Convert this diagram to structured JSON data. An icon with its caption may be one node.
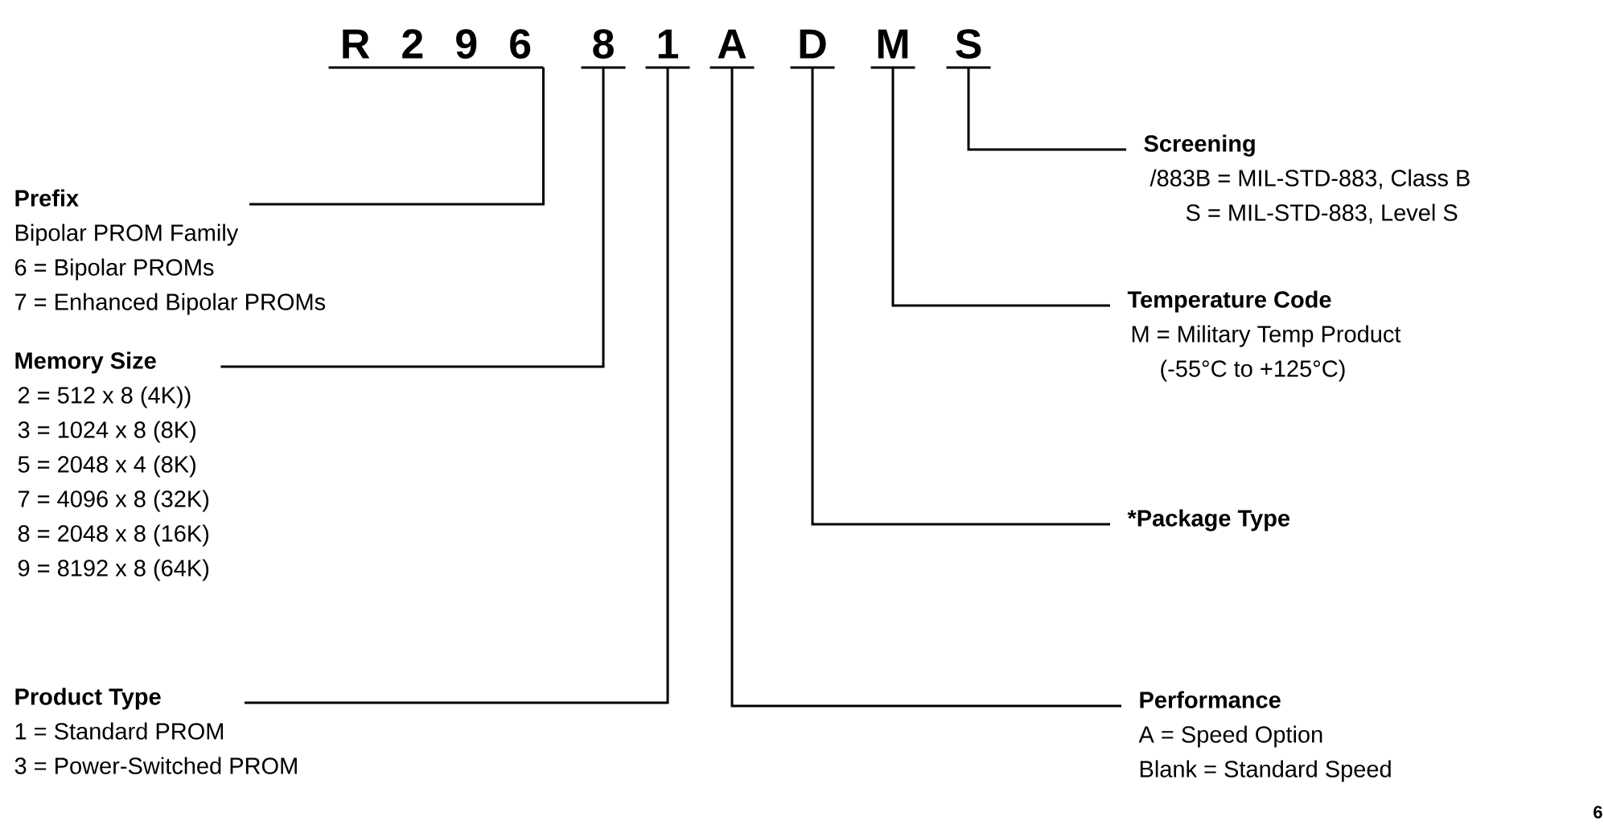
{
  "diagram": {
    "nodes": [
      {
        "text": [
          "R 2 9 6"
        ]
      },
      {
        "text": [
          "8"
        ]
      },
      {
        "text": [
          "1"
        ]
      },
      {
        "text": [
          "A"
        ]
      },
      {
        "text": [
          "D"
        ]
      },
      {
        "text": [
          "M"
        ]
      },
      {
        "text": [
          "S"
        ]
      },
      {
        "text": [
          "Prefix",
          "Bipolar PROM Family",
          "6 = Bipolar PROMs",
          "7 = Enhanced Bipolar PROMs"
        ]
      },
      {
        "text": [
          "Memory Size",
          "2 = 512 x 8 (4K))",
          "3 = 1024 x 8 (8K)",
          "5 = 2048 x 4 (8K)",
          "7 = 4096 x 8 (32K)",
          "8 = 2048 x 8 (16K)",
          "9 = 8192 x 8 (64K)"
        ]
      },
      {
        "text": [
          "Product Type",
          "1 = Standard PROM",
          "3 = Power-Switched PROM"
        ]
      },
      {
        "text": [
          "Performance",
          "A = Speed Option",
          "Blank = Standard Speed"
        ]
      },
      {
        "text": [
          "*Package Type"
        ]
      },
      {
        "text": [
          "Temperature Code",
          "M = Military Temp Product",
          "(-55°C to +125°C)"
        ]
      },
      {
        "text": [
          "Screening",
          "/883B = MIL-STD-883, Class B",
          "S = MIL-STD-883, Level S"
        ]
      }
    ],
    "edges": [
      {
        "from": 7,
        "to": 0,
        "arrow": "none"
      },
      {
        "from": 8,
        "to": 1,
        "arrow": "none"
      },
      {
        "from": 9,
        "to": 2,
        "arrow": "none"
      },
      {
        "from": 10,
        "to": 3,
        "arrow": "none"
      },
      {
        "from": 11,
        "to": 4,
        "arrow": "none"
      },
      {
        "from": 12,
        "to": 5,
        "arrow": "none"
      },
      {
        "from": 13,
        "to": 6,
        "arrow": "none"
      }
    ],
    "labels": [
      "6"
    ]
  }
}
